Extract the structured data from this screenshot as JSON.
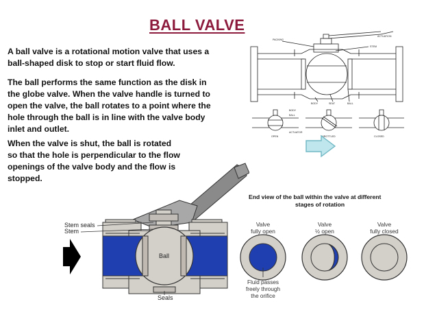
{
  "title": "BALL  VALVE",
  "paragraphs": [
    {
      "lines": [
        "A ball valve is a rotational motion valve that uses a",
        "ball-shaped disk to stop or start fluid flow."
      ]
    },
    {
      "lines": [
        "The ball performs the same function as the disk in",
        "the globe valve. When the valve handle is turned to",
        "open the valve, the ball rotates to a point where the",
        "hole through the ball is in line with the valve body",
        "inlet and outlet."
      ]
    },
    {
      "lines": [
        "When the valve is shut, the ball is rotated",
        "so that the hole is perpendicular to the flow",
        "openings of the valve body and the flow is",
        "stopped."
      ]
    }
  ],
  "top_diagram": {
    "labels": {
      "actuation": "ACTUATION",
      "packing": "PACKING",
      "stem": "STEM",
      "body": "BODY",
      "seat": "SEAT",
      "ball": "BALL",
      "small_body": "BODY",
      "small_ball": "BALL",
      "actuator": "ACTUATOR",
      "open": "OPEN",
      "throttled": "THROTTLED",
      "closed": "CLOSED"
    }
  },
  "valve_diagram": {
    "stem_seals": "Stem seals",
    "stem": "Stem",
    "ball": "Ball",
    "seals": "Seals",
    "colors": {
      "fluid": "#1f3fb0",
      "body": "#d3cfc9",
      "handle": "#8a8a8a"
    }
  },
  "end_view": {
    "heading_line1": "End view of the ball within the valve at different",
    "heading_line2": "stages of rotation",
    "valve_open_1": "Valve",
    "valve_open_2": "fully open",
    "valve_half_1": "Valve",
    "valve_half_2": "½ open",
    "valve_closed_1": "Valve",
    "valve_closed_2": "fully closed",
    "fluid_note_1": "Fluid passes",
    "fluid_note_2": "freely through",
    "fluid_note_3": "the orifice",
    "colors": {
      "fluid": "#1f3fb0",
      "ball": "#d3cfc9"
    }
  }
}
